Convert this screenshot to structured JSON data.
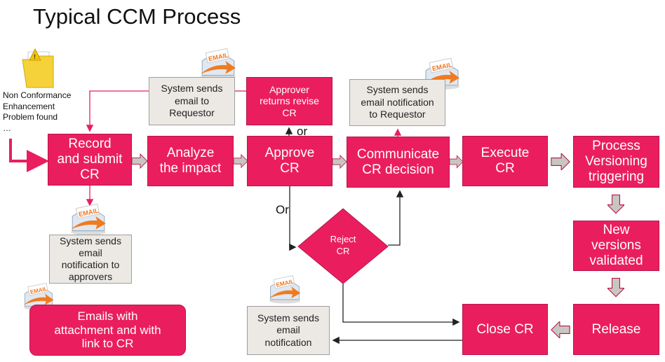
{
  "title": "Typical CCM Process",
  "source_text": "Non Conformance\nEnhancement\nProblem found\n…",
  "colors": {
    "process": "#EA1E5F",
    "note": "#ECE9E4",
    "flow_arrow": "#C9C6C1"
  },
  "icons": [
    "folder-warning-icon",
    "email-icon"
  ],
  "steps": {
    "record": "Record\nand submit\nCR",
    "analyze": "Analyze\nthe impact",
    "approve": "Approve\nCR",
    "approver_returns": "Approver\nreturns revise\nCR",
    "communicate": "Communicate\nCR decision",
    "execute": "Execute\nCR",
    "versioning": "Process\nVersioning\ntriggering",
    "validated": "New\nversions\nvalidated",
    "release": "Release",
    "close": "Close CR",
    "reject": "Reject\nCR"
  },
  "notes": {
    "email_requestor": "System sends\nemail to\nRequestor",
    "notify_requestor": "System sends\nemail notification\nto Requestor",
    "notify_approvers": "System sends\nemail\nnotification to\napprovers",
    "notify_close": "System sends\nemail\nnotification",
    "emails_attachment": "Emails with\nattachment and with\nlink to CR"
  },
  "labels": {
    "or_upper": "or",
    "or_lower": "Or"
  }
}
